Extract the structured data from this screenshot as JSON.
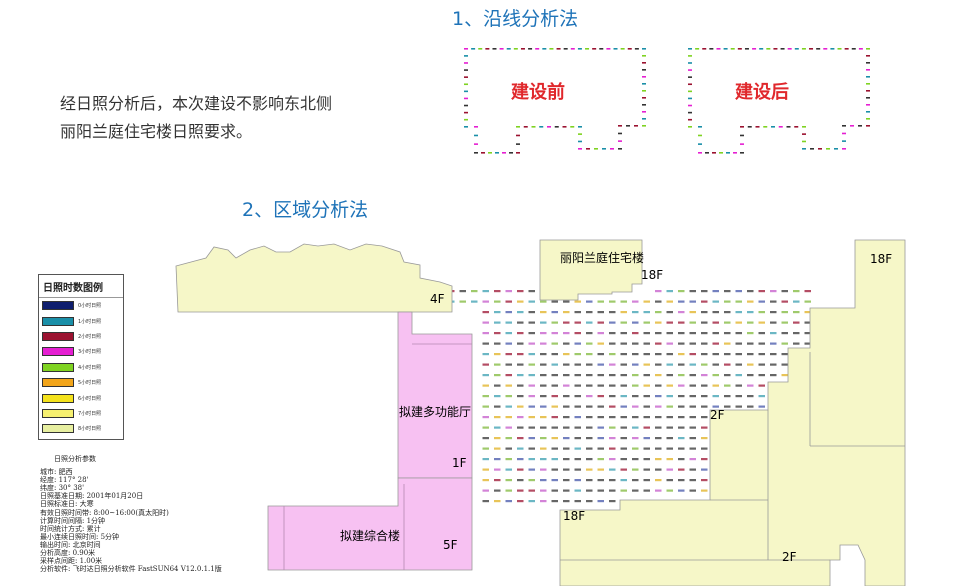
{
  "section1": {
    "heading": "1、沿线分析法"
  },
  "section2": {
    "heading": "2、区域分析法"
  },
  "summary": {
    "line1": "经日照分析后，本次建设不影响东北侧",
    "line2": "丽阳兰庭住宅楼日照要求。"
  },
  "panels": [
    {
      "label": "建设前"
    },
    {
      "label": "建设后"
    }
  ],
  "legend": {
    "title": "日照时数图例",
    "items": [
      {
        "label": "0小时日照",
        "color": "#0f1e6e"
      },
      {
        "label": "1小时日照",
        "color": "#1a8fa8"
      },
      {
        "label": "2小时日照",
        "color": "#9b1230"
      },
      {
        "label": "3小时日照",
        "color": "#e51fd2"
      },
      {
        "label": "4小时日照",
        "color": "#7fd321"
      },
      {
        "label": "5小时日照",
        "color": "#f2a51a"
      },
      {
        "label": "6小时日照",
        "color": "#f4e21c"
      },
      {
        "label": "7小时日照",
        "color": "#f6f070"
      },
      {
        "label": "8小时日照",
        "color": "#e7efa0"
      }
    ]
  },
  "params": {
    "title": "日照分析参数",
    "lines": [
      "城市: 肥西",
      "经度: 117° 28'",
      "纬度: 30° 38'",
      "日照基准日期: 2001年01月20日",
      "日照标准日: 大寒",
      "有效日照时间带: 8:00~16:00(真太阳时)",
      "计算时间间隔: 1分钟",
      "时间统计方式: 累计",
      "最小连续日照时间: 5分钟",
      "输出时间: 北京时间",
      "分析高度: 0.90米",
      "采样点间距: 1.00米",
      "分析软件: 飞时达日照分析软件 FastSUN64 V12.0.1.1版"
    ]
  },
  "site": {
    "existing_residential": "丽阳兰庭住宅楼",
    "proposed_multifunction_hall": "拟建多功能厅",
    "proposed_complex": "拟建综合楼",
    "floors": {
      "west_4f": "4F",
      "residential_18f": "18F",
      "northeast_18f": "18F",
      "east_2f": "2F",
      "hall_1f": "1F",
      "complex_5f": "5F",
      "south_18f": "18F",
      "southeast_2f": "2F"
    }
  },
  "colors": {
    "heading": "#1e73b8",
    "panel_label": "#e0282c",
    "existing_building_fill": "#f6f7c8",
    "proposed_building_fill": "#f7c1f2",
    "floor_label": "#1f3fae"
  }
}
